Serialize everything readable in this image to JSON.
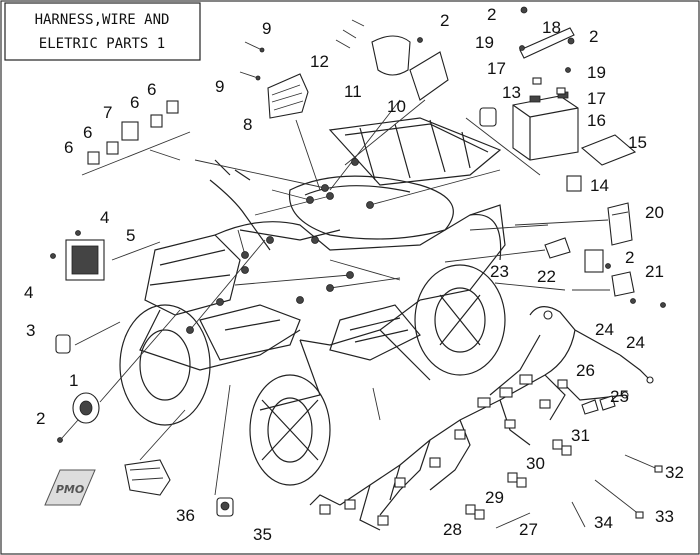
{
  "title": {
    "line1": "HARNESS,WIRE AND",
    "line2": "ELETRIC PARTS 1"
  },
  "badge": "PMO",
  "part_numbers": [
    "1",
    "2",
    "2",
    "2",
    "2",
    "2",
    "3",
    "4",
    "4",
    "5",
    "6",
    "6",
    "6",
    "6",
    "7",
    "8",
    "9",
    "9",
    "10",
    "11",
    "12",
    "13",
    "14",
    "15",
    "16",
    "17",
    "17",
    "18",
    "19",
    "19",
    "20",
    "21",
    "22",
    "23",
    "24",
    "24",
    "25",
    "26",
    "27",
    "28",
    "29",
    "30",
    "31",
    "32",
    "33",
    "34",
    "35",
    "36"
  ]
}
